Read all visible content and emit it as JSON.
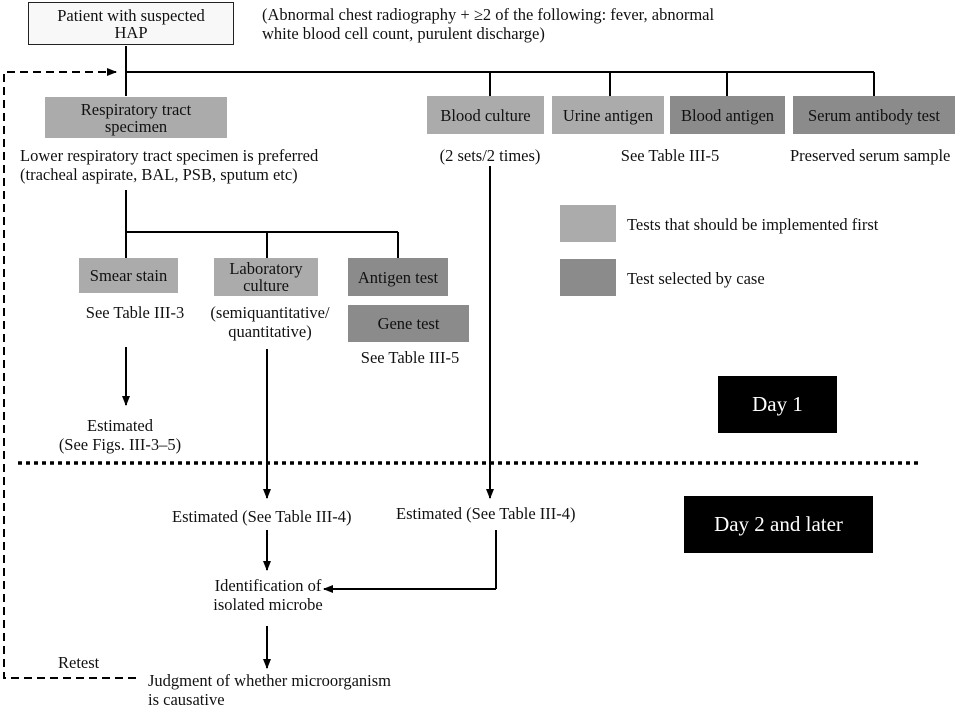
{
  "top": {
    "patient": "Patient with suspected\nHAP",
    "criteria": "(Abnormal chest radiography + ≥2 of the following: fever, abnormal\nwhite blood cell count, purulent discharge)"
  },
  "branches": {
    "respiratory": "Respiratory tract\nspecimen",
    "respiratory_note": "Lower respiratory tract specimen is preferred\n(tracheal aspirate, BAL, PSB, sputum etc)",
    "blood_culture": "Blood culture",
    "blood_culture_note": "(2 sets/2 times)",
    "urine_antigen": "Urine antigen",
    "blood_antigen": "Blood antigen",
    "antigen_note": "See Table III-5",
    "serum_antibody": "Serum antibody test",
    "serum_note": "Preserved serum sample"
  },
  "sub": {
    "smear": "Smear stain",
    "smear_note": "See Table III-3",
    "culture": "Laboratory\nculture",
    "culture_note": "(semiquantitative/\nquantitative)",
    "antigen": "Antigen test",
    "gene": "Gene test",
    "gene_note": "See Table III-5"
  },
  "legend": {
    "first": "Tests that should be implemented first",
    "case": "Test selected by case"
  },
  "days": {
    "day1": "Day 1",
    "day2": "Day 2 and later"
  },
  "results": {
    "smear_est": "Estimated\n(See Figs. III-3–5)",
    "culture_est": "Estimated (See Table III-4)",
    "blood_est": "Estimated (See Table III-4)",
    "identify": "Identification of\nisolated microbe",
    "judgment": "Judgment of whether microorganism\nis causative",
    "retest": "Retest"
  },
  "colors": {
    "first_tests": "#ababab",
    "case_tests": "#8b8b8b",
    "day_badge": "#000000"
  }
}
